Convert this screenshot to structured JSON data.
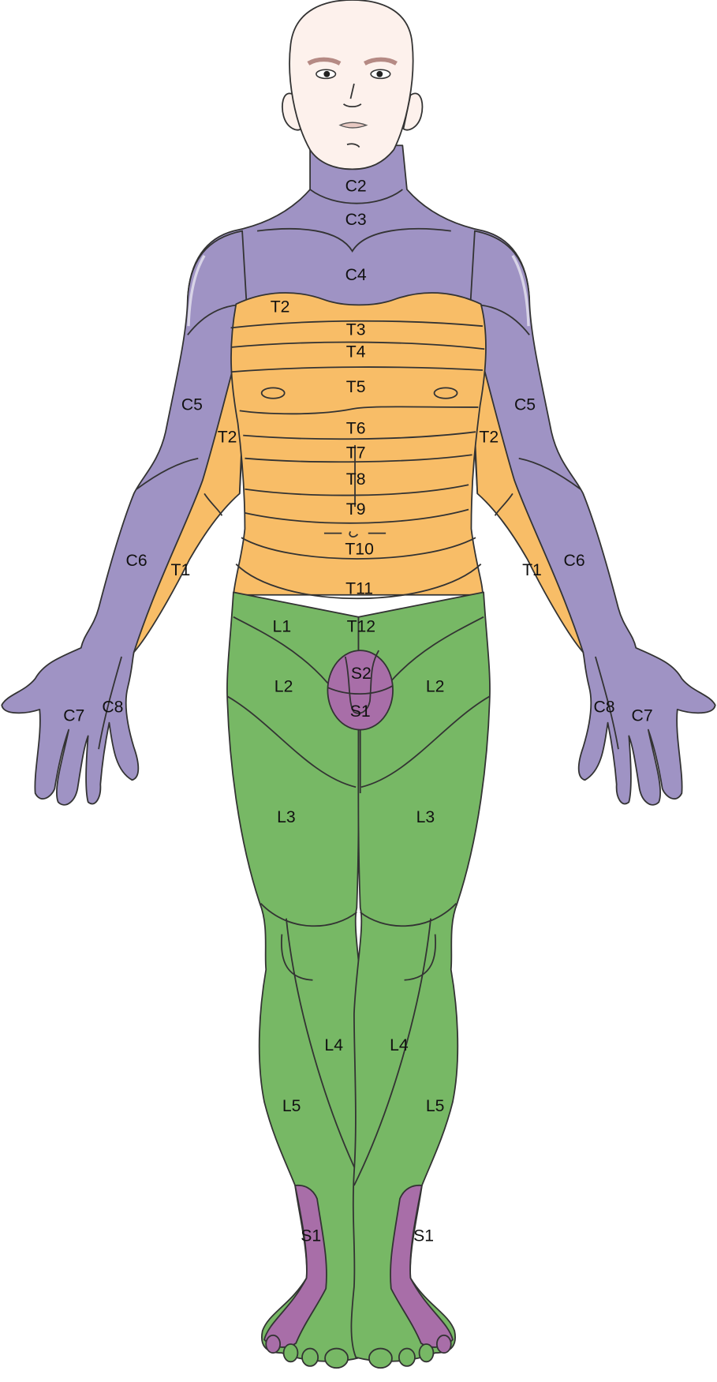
{
  "colors": {
    "cervical": "#9f93c4",
    "thoracic": "#f8bd67",
    "lumbar": "#77b865",
    "sacral": "#a86ea8",
    "skin": "#fdf1ec",
    "outline": "#333333"
  },
  "labels": {
    "c2": "C2",
    "c3": "C3",
    "c4": "C4",
    "c5_left": "C5",
    "c5_right": "C5",
    "c6_left": "C6",
    "c6_right": "C6",
    "c7_left": "C7",
    "c7_right": "C7",
    "c8_left": "C8",
    "c8_right": "C8",
    "t1_left": "T1",
    "t1_right": "T1",
    "t2_chest": "T2",
    "t2_left": "T2",
    "t2_right": "T2",
    "t3": "T3",
    "t4": "T4",
    "t5": "T5",
    "t6": "T6",
    "t7": "T7",
    "t8": "T8",
    "t9": "T9",
    "t10": "T10",
    "t11": "T11",
    "t12": "T12",
    "l1": "L1",
    "l2_left": "L2",
    "l2_right": "L2",
    "s2": "S2",
    "s1_groin": "S1",
    "l3_left": "L3",
    "l3_right": "L3",
    "l4_left": "L4",
    "l4_right": "L4",
    "l5_left": "L5",
    "l5_right": "L5",
    "s1_left_foot": "S1",
    "s1_right_foot": "S1"
  }
}
